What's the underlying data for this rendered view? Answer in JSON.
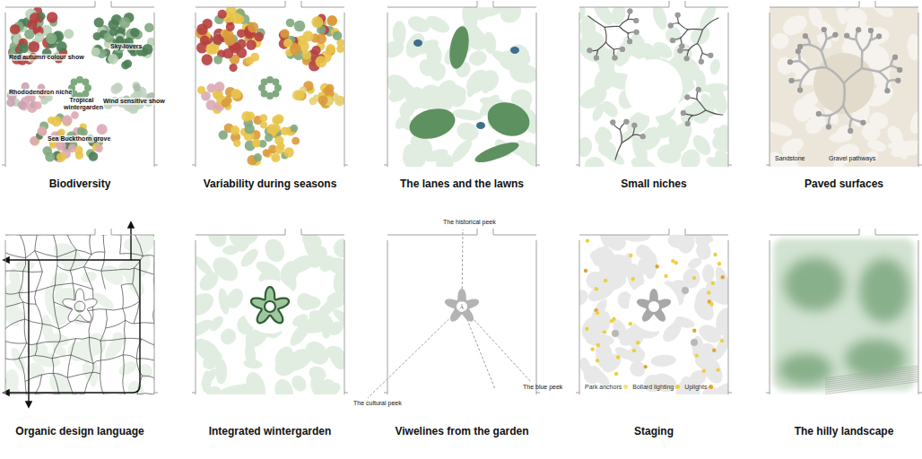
{
  "diagram": {
    "nodes": [
      {
        "text": [
          "Biodiversity"
        ]
      },
      {
        "text": [
          "Variability during seasons"
        ]
      },
      {
        "text": [
          "The lanes and the lawns"
        ]
      },
      {
        "text": [
          "Small niches"
        ]
      },
      {
        "text": [
          "Paved surfaces"
        ]
      },
      {
        "text": [
          "Organic design language"
        ]
      },
      {
        "text": [
          "Integrated wintergarden"
        ]
      },
      {
        "text": [
          "Viwelines from the garden"
        ]
      },
      {
        "text": [
          "Staging"
        ]
      },
      {
        "text": [
          "The hilly landscape"
        ]
      }
    ],
    "labels": [
      "Red autumn colour show",
      "Sky-lovers",
      "Rhododendron niche",
      "Tropical wintergarden",
      "Wind sensitive show",
      "Sea Buckthorn grove",
      "Sandstone",
      "Gravel pathways",
      "The historical peek",
      "The cultural peek",
      "The blue peek"
    ],
    "legend": [
      {
        "text": "Park anchors",
        "color": "#f3e27e"
      },
      {
        "text": "Bollard lighting",
        "color": "#f0cf3a"
      },
      {
        "text": "Uplights",
        "color": "#e0a62c"
      }
    ]
  }
}
